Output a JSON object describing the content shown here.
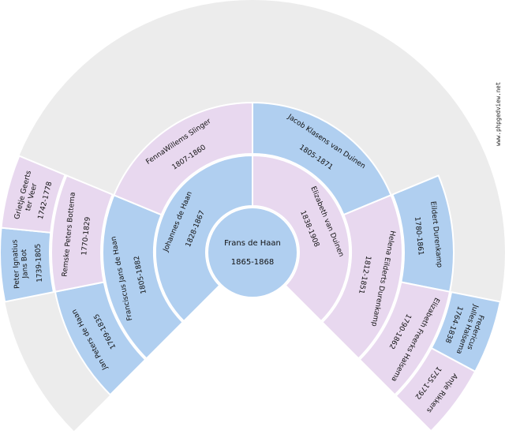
{
  "colors": {
    "male": "#b0cff0",
    "female": "#e8d8ef",
    "empty": "#ececec"
  },
  "watermark": "www.phpgedview.net",
  "persons": [
    {
      "gen": 0,
      "slot": 0,
      "sex": "male",
      "name": [
        "Frans de Haan"
      ],
      "years": "1865-1868"
    },
    {
      "gen": 1,
      "slot": 0,
      "sex": "male",
      "name": [
        "Johannes de Haan"
      ],
      "years": "1828-1867"
    },
    {
      "gen": 1,
      "slot": 1,
      "sex": "female",
      "name": [
        "Elizabeth van Duinen"
      ],
      "years": "1838-1908"
    },
    {
      "gen": 2,
      "slot": 0,
      "sex": "male",
      "name": [
        "Franciscus Jans de Haan"
      ],
      "years": "1805-1882"
    },
    {
      "gen": 2,
      "slot": 1,
      "sex": "female",
      "name": [
        "FennaWillems Slinger"
      ],
      "years": "1807-1860"
    },
    {
      "gen": 2,
      "slot": 2,
      "sex": "male",
      "name": [
        "Jacob Klasens van Duinen"
      ],
      "years": "1805-1871"
    },
    {
      "gen": 2,
      "slot": 3,
      "sex": "female",
      "name": [
        "Helena Eilderts Durenkamp"
      ],
      "years": "1812-1851"
    },
    {
      "gen": 3,
      "slot": 0,
      "sex": "male",
      "name": [
        "Jan Peters de Haan"
      ],
      "years": "1769-1835"
    },
    {
      "gen": 3,
      "slot": 1,
      "sex": "female",
      "name": [
        "Remske Peters Bottema"
      ],
      "years": "1770-1829"
    },
    {
      "gen": 3,
      "slot": 6,
      "sex": "male",
      "name": [
        "Eildert Durenkamp"
      ],
      "years": "1780-1861"
    },
    {
      "gen": 3,
      "slot": 7,
      "sex": "female",
      "name": [
        "Elizabeth Freerks Halsema"
      ],
      "years": "1790-1862"
    },
    {
      "gen": 4,
      "slot": 2,
      "sex": "male",
      "name": [
        "Peter Ignatius",
        "Jans Bot"
      ],
      "years": "1739-1805"
    },
    {
      "gen": 4,
      "slot": 3,
      "sex": "female",
      "name": [
        "Grietje Geerts",
        "ter Veer"
      ],
      "years": "1742-1778"
    },
    {
      "gen": 4,
      "slot": 14,
      "sex": "male",
      "name": [
        "Fredericus",
        "Julles Halsema"
      ],
      "years": "1764-1838"
    },
    {
      "gen": 4,
      "slot": 15,
      "sex": "female",
      "name": [
        "Antje Rikkers"
      ],
      "years": "1755-1792"
    }
  ]
}
